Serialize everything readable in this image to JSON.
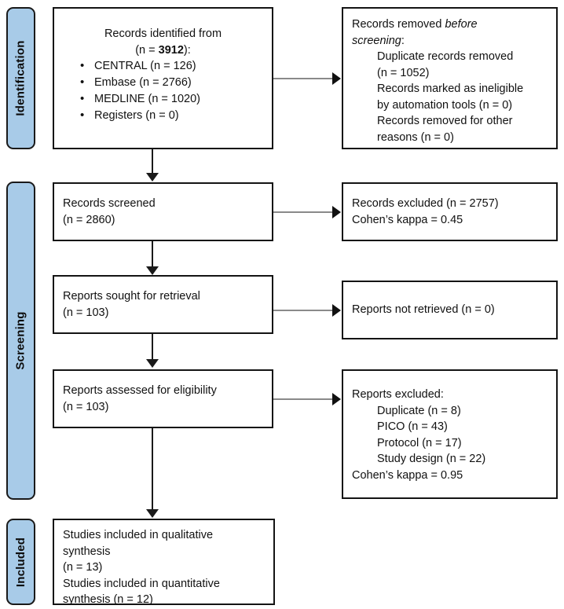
{
  "diagram": {
    "title": "PRISMA flow diagram",
    "accent_color": "#a8cbe8",
    "border_color": "#141414",
    "connector_color": "#8a8a8a"
  },
  "stages": [
    {
      "id": "identification",
      "label": "Identification"
    },
    {
      "id": "screening",
      "label": "Screening"
    },
    {
      "id": "included",
      "label": "Included"
    }
  ],
  "boxes": {
    "identified": {
      "heading_line1": "Records identified from",
      "heading_prefix": "(n = ",
      "heading_total": "3912",
      "heading_suffix": "):",
      "sources": [
        "CENTRAL (n = 126)",
        "Embase (n = 2766)",
        "MEDLINE (n = 1020)",
        "Registers (n = 0)"
      ]
    },
    "removed_before_screening": {
      "line1_a": "Records removed ",
      "line1_italic": "before",
      "line2_italic": "screening",
      "line2_b": ":",
      "items": [
        "Duplicate records removed",
        "(n = 1052)",
        "Records marked as ineligible",
        "by automation tools (n = 0)",
        "Records removed for other",
        "reasons (n = 0)"
      ]
    },
    "records_screened": {
      "line1": "Records screened",
      "line2": "(n = 2860)"
    },
    "records_excluded": {
      "line1": "Records excluded (n = 2757)",
      "line2": "Cohen’s kappa = 0.45"
    },
    "reports_sought": {
      "line1": "Reports sought for retrieval",
      "line2": "(n = 103)"
    },
    "reports_not_retrieved": {
      "line1": "Reports not retrieved (n = 0)"
    },
    "reports_assessed": {
      "line1": "Reports assessed for eligibility",
      "line2": "(n = 103)"
    },
    "reports_excluded": {
      "heading": "Reports excluded:",
      "reasons": [
        "Duplicate (n = 8)",
        "PICO (n = 43)",
        "Protocol (n = 17)",
        "Study design (n = 22)"
      ],
      "footer": "Cohen’s kappa = 0.95"
    },
    "studies_included": {
      "line1": "Studies included in qualitative",
      "line2": "synthesis",
      "line3": "(n = 13)",
      "line4": "Studies included in quantitative",
      "line5": "synthesis (n = 12)"
    }
  }
}
